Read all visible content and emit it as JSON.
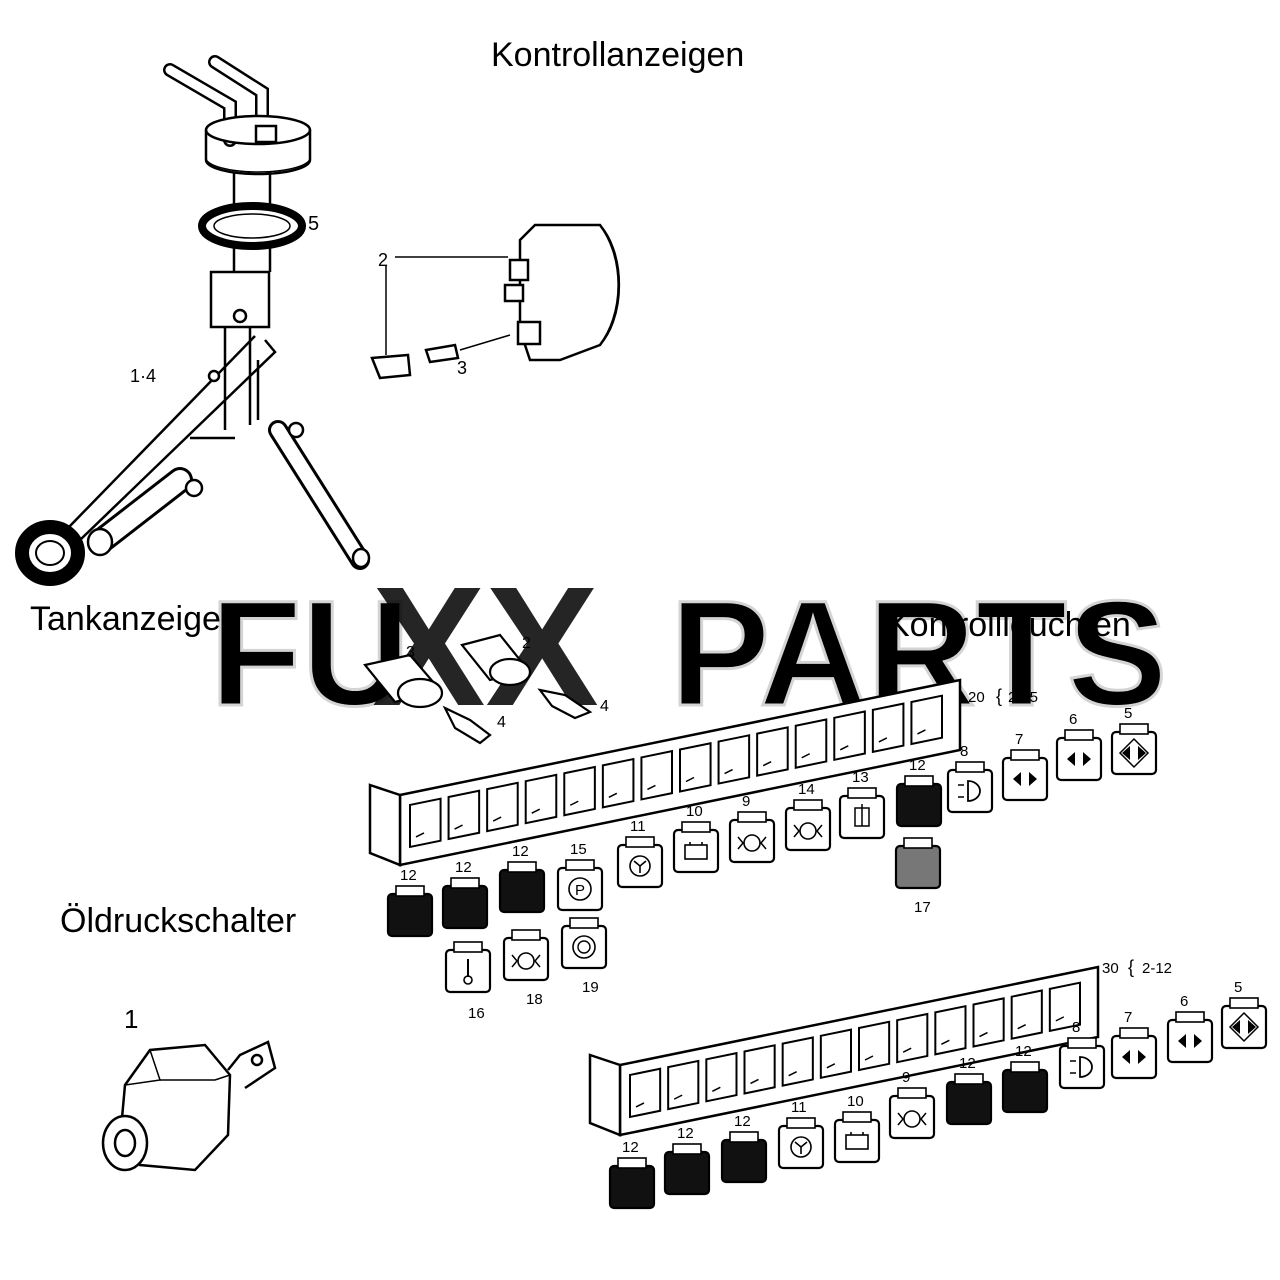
{
  "titles": {
    "main": "Kontrollanzeigen",
    "tank": "Tankanzeige",
    "lights": "Kontrollleuchten",
    "oil": "Öldruckschalter"
  },
  "watermark": {
    "text_left": "FU",
    "text_mid": "XX",
    "text_right": "PARTS"
  },
  "callouts": {
    "tank_float": "1·4",
    "tank_seal": "5",
    "gauge_bulbholder": "2",
    "gauge_bulb": "3",
    "socket_a": "3",
    "socket_b": "2",
    "bulb_a": "4",
    "bulb_b": "4",
    "panel20": "20",
    "panel20_range": "2-15",
    "panel30": "30",
    "panel30_range": "2-12",
    "oil_switch": "1"
  },
  "lamps_upper": [
    {
      "label": "5",
      "symbol": "diamond-arrows"
    },
    {
      "label": "6",
      "symbol": "arrows"
    },
    {
      "label": "7",
      "symbol": "arrows"
    },
    {
      "label": "8",
      "symbol": "headlight"
    },
    {
      "label": "12",
      "symbol": "black"
    },
    {
      "label": "13",
      "symbol": "coil"
    },
    {
      "label": "14",
      "symbol": "oil"
    },
    {
      "label": "9",
      "symbol": "oil"
    },
    {
      "label": "10",
      "symbol": "battery"
    },
    {
      "label": "11",
      "symbol": "fan"
    },
    {
      "label": "15",
      "symbol": "park"
    },
    {
      "label": "12",
      "symbol": "black"
    },
    {
      "label": "12",
      "symbol": "black"
    },
    {
      "label": "12",
      "symbol": "black"
    }
  ],
  "lamps_upper_sub": [
    {
      "label": "17",
      "symbol": "hatched"
    },
    {
      "label": "16",
      "symbol": "thermo"
    },
    {
      "label": "18",
      "symbol": "oil"
    },
    {
      "label": "19",
      "symbol": "brake"
    }
  ],
  "lamps_lower": [
    {
      "label": "5",
      "symbol": "diamond-arrows"
    },
    {
      "label": "6",
      "symbol": "arrows"
    },
    {
      "label": "7",
      "symbol": "arrows"
    },
    {
      "label": "8",
      "symbol": "headlight"
    },
    {
      "label": "12",
      "symbol": "black"
    },
    {
      "label": "12",
      "symbol": "black"
    },
    {
      "label": "9",
      "symbol": "oil"
    },
    {
      "label": "10",
      "symbol": "battery"
    },
    {
      "label": "11",
      "symbol": "fan"
    },
    {
      "label": "12",
      "symbol": "black"
    },
    {
      "label": "12",
      "symbol": "black"
    },
    {
      "label": "12",
      "symbol": "black"
    }
  ]
}
